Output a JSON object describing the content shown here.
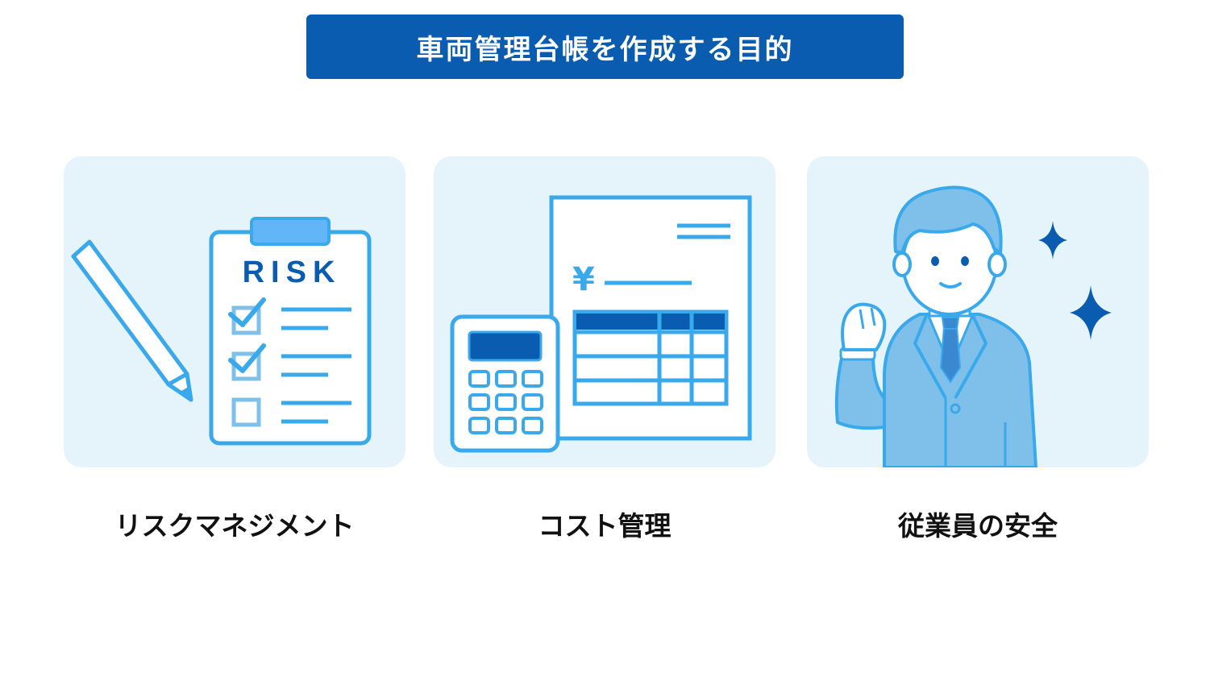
{
  "title": "車両管理台帳を作成する目的",
  "cards": [
    {
      "label": "リスクマネジメント",
      "clipboard_text": "RISK"
    },
    {
      "label": "コスト管理",
      "currency_symbol": "¥"
    },
    {
      "label": "従業員の安全"
    }
  ],
  "colors": {
    "banner": "#0a5cb0",
    "card_bg": "#e5f4fa",
    "stroke_blue": "#3aa9ec",
    "dark_blue": "#0a5cb0",
    "light_blue": "#7fc0ea"
  }
}
